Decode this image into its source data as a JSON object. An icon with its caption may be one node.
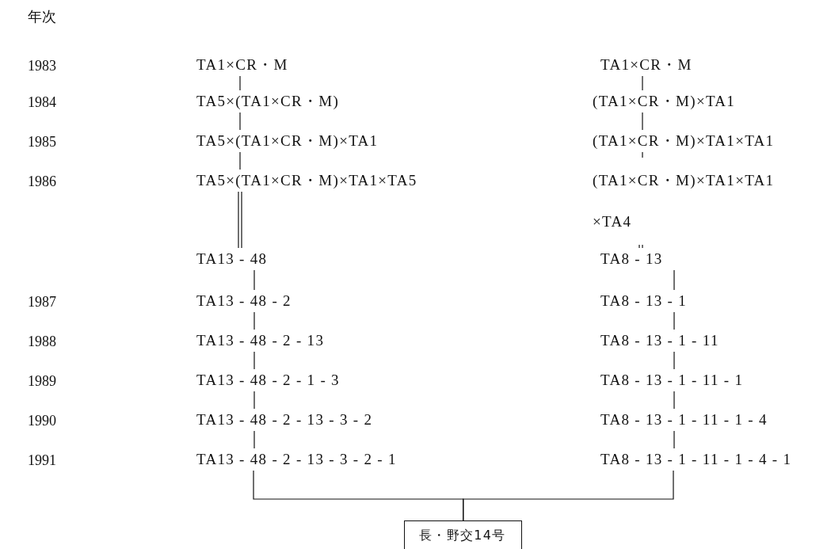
{
  "diagram": {
    "nodes": [
      {
        "text": [
          "TA1×CR・M"
        ]
      },
      {
        "text": [
          "TA5×(TA1×CR・M)"
        ]
      },
      {
        "text": [
          "TA5×(TA1×CR・M)×TA1"
        ]
      },
      {
        "text": [
          "TA5×(TA1×CR・M)×TA1×TA5"
        ]
      },
      {
        "text": [
          "TA13 - 48"
        ]
      },
      {
        "text": [
          "TA13 - 48 - 2"
        ]
      },
      {
        "text": [
          "TA13 - 48 - 2 - 13"
        ]
      },
      {
        "text": [
          "TA13 - 48 - 2 - 1 - 3"
        ]
      },
      {
        "text": [
          "TA13 - 48 - 2 - 13 - 3 - 2"
        ]
      },
      {
        "text": [
          "TA13 - 48 - 2 - 13 - 3 - 2 - 1"
        ]
      },
      {
        "text": [
          "TA1×CR・M"
        ]
      },
      {
        "text": [
          "(TA1×CR・M)×TA1"
        ]
      },
      {
        "text": [
          "(TA1×CR・M)×TA1×TA1"
        ]
      },
      {
        "text": [
          "(TA1×CR・M)×TA1×TA1 ×TA4"
        ]
      },
      {
        "text": [
          "TA8 - 13"
        ]
      },
      {
        "text": [
          "TA8 - 13 - 1"
        ]
      },
      {
        "text": [
          "TA8 - 13 - 1 - 11"
        ]
      },
      {
        "text": [
          "TA8 - 13 - 1 - 11 - 1"
        ]
      },
      {
        "text": [
          "TA8 - 13 - 1 - 11 - 1 - 4"
        ]
      },
      {
        "text": [
          "TA8 - 13 - 1 - 11 - 1 - 4 - 1"
        ]
      },
      {
        "text": [
          "長・野交14号"
        ]
      }
    ],
    "edges": [
      {
        "from": 0,
        "to": 1,
        "arrow": "none"
      },
      {
        "from": 1,
        "to": 2,
        "arrow": "none"
      },
      {
        "from": 2,
        "to": 3,
        "arrow": "none"
      },
      {
        "from": 3,
        "to": 4,
        "arrow": "none"
      },
      {
        "from": 4,
        "to": 5,
        "arrow": "none"
      },
      {
        "from": 5,
        "to": 6,
        "arrow": "none"
      },
      {
        "from": 6,
        "to": 7,
        "arrow": "none"
      },
      {
        "from": 7,
        "to": 8,
        "arrow": "none"
      },
      {
        "from": 8,
        "to": 9,
        "arrow": "none"
      },
      {
        "from": 10,
        "to": 11,
        "arrow": "none"
      },
      {
        "from": 11,
        "to": 12,
        "arrow": "none"
      },
      {
        "from": 12,
        "to": 13,
        "arrow": "none"
      },
      {
        "from": 13,
        "to": 14,
        "arrow": "none"
      },
      {
        "from": 14,
        "to": 15,
        "arrow": "none"
      },
      {
        "from": 15,
        "to": 16,
        "arrow": "none"
      },
      {
        "from": 16,
        "to": 17,
        "arrow": "none"
      },
      {
        "from": 17,
        "to": 18,
        "arrow": "none"
      },
      {
        "from": 18,
        "to": 19,
        "arrow": "none"
      },
      {
        "from": 9,
        "to": 20,
        "arrow": "none"
      },
      {
        "from": 19,
        "to": 20,
        "arrow": "none"
      }
    ],
    "labels": [
      "年次",
      "1983",
      "1984",
      "1985",
      "1986",
      "1987",
      "1988",
      "1989",
      "1990",
      "1991"
    ]
  }
}
